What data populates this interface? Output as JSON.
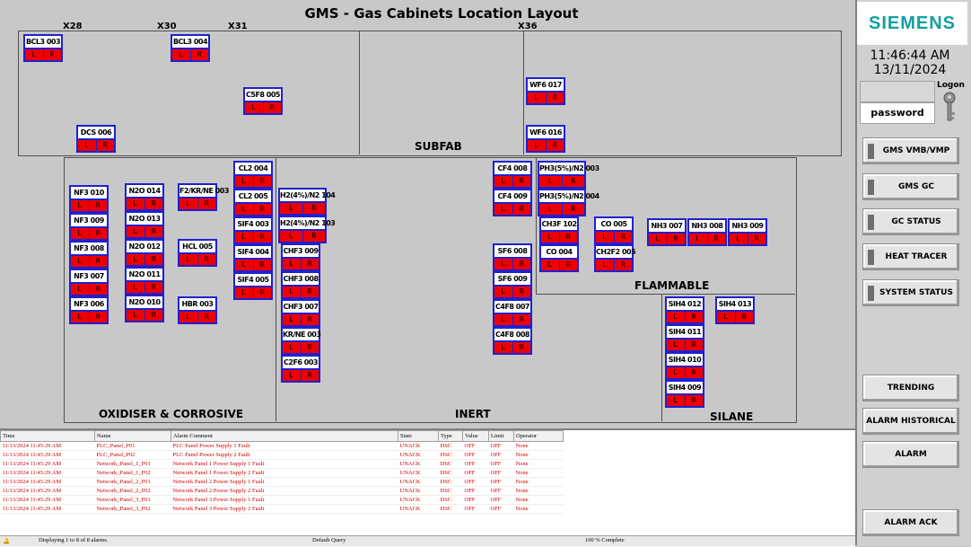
{
  "title": "GMS - Gas Cabinets Location Layout",
  "columns": [
    "X28",
    "X30",
    "X31",
    "X36"
  ],
  "zones": {
    "subfab": "SUBFAB",
    "oxidiser": "OXIDISER & CORROSIVE",
    "inert": "INERT",
    "flammable": "FLAMMABLE",
    "silane": "SILANE"
  },
  "cabinet_buttons": {
    "left": "L",
    "right": "R"
  },
  "cabinets": [
    "BCL3 003",
    "BCL3 004",
    "C5F8 005",
    "DCS 006",
    "WF6 017",
    "WF6 016",
    "NF3 010",
    "NF3 009",
    "NF3 008",
    "NF3 007",
    "NF3 006",
    "N2O 014",
    "N2O 013",
    "N2O 012",
    "N2O 011",
    "N2O 010",
    "F2/KR/NE 003",
    "HCL 005",
    "HBR 003",
    "CL2 004",
    "CL2 005",
    "SIF4 003",
    "SIF4 004",
    "SIF4 005",
    "H2(4%)/N2 104",
    "H2(4%)/N2 103",
    "CHF3 009",
    "CHF3 008",
    "CHF3 007",
    "KR/NE 003",
    "C2F6 003",
    "CF4 008",
    "CF4 009",
    "SF6 008",
    "SF6 009",
    "C4F8 007",
    "C4F8 008",
    "PH3(5%)/N2 003",
    "PH3(5%)/N2 004",
    "CH3F 102",
    "CO 004",
    "CO 005",
    "CH2F2 005",
    "NH3 007",
    "NH3 008",
    "NH3 009",
    "SIH4 012",
    "SIH4 013",
    "SIH4 011",
    "SIH4 010",
    "SIH4 009"
  ],
  "header": {
    "brand": "SIEMENS",
    "time": "11:46:44 AM",
    "date": "13/11/2024",
    "logon_label": "Logon",
    "password_label": "password"
  },
  "nav_buttons": {
    "gms_vmb": "GMS VMB/VMP",
    "gms_gc": "GMS GC",
    "gc_status": "GC STATUS",
    "heat_tracer": "HEAT TRACER",
    "system_status": "SYSTEM STATUS",
    "trending": "TRENDING",
    "alarm_historical": "ALARM HISTORICAL",
    "alarm": "ALARM",
    "alarm_ack": "ALARM ACK"
  },
  "alarm_table": {
    "headers": [
      "Time",
      "Name",
      "Alarm Comment",
      "State",
      "Type",
      "Value",
      "Limit",
      "Operator"
    ],
    "rows": [
      [
        "11/13/2024 11:45:29 AM",
        "PLC_Panel_P01",
        "PLC Panel Power Supply 1 Fault",
        "UNACK",
        "DSC",
        "OFF",
        "OFF",
        "None"
      ],
      [
        "11/13/2024 11:45:29 AM",
        "PLC_Panel_P02",
        "PLC Panel Power Supply 2 Fault",
        "UNACK",
        "DSC",
        "OFF",
        "OFF",
        "None"
      ],
      [
        "11/13/2024 11:45:29 AM",
        "Network_Panel_1_P01",
        "Network Panel 1 Power Supply 1 Fault",
        "UNACK",
        "DSC",
        "OFF",
        "OFF",
        "None"
      ],
      [
        "11/13/2024 11:45:29 AM",
        "Network_Panel_1_P02",
        "Network Panel 1 Power Supply 2 Fault",
        "UNACK",
        "DSC",
        "OFF",
        "OFF",
        "None"
      ],
      [
        "11/13/2024 11:45:29 AM",
        "Network_Panel_2_P01",
        "Network Panel 2 Power Supply 1 Fault",
        "UNACK",
        "DSC",
        "OFF",
        "OFF",
        "None"
      ],
      [
        "11/13/2024 11:45:29 AM",
        "Network_Panel_2_P02",
        "Network Panel 2 Power Supply 2 Fault",
        "UNACK",
        "DSC",
        "OFF",
        "OFF",
        "None"
      ],
      [
        "11/13/2024 11:45:29 AM",
        "Network_Panel_3_P01",
        "Network Panel 3 Power Supply 1 Fault",
        "UNACK",
        "DSC",
        "OFF",
        "OFF",
        "None"
      ],
      [
        "11/13/2024 11:45:29 AM",
        "Network_Panel_3_P02",
        "Network Panel 3 Power Supply 2 Fault",
        "UNACK",
        "DSC",
        "OFF",
        "OFF",
        "None"
      ]
    ]
  },
  "status_bar": {
    "displaying": "Displaying 1 to 8 of 8 alarms.",
    "query": "Default Query",
    "complete": "100 % Complete"
  },
  "colors": {
    "cabinet_border": "#2020d0",
    "cabinet_alarm": "#ee0000",
    "alarm_text": "#d00000",
    "brand": "#12a0a0"
  }
}
